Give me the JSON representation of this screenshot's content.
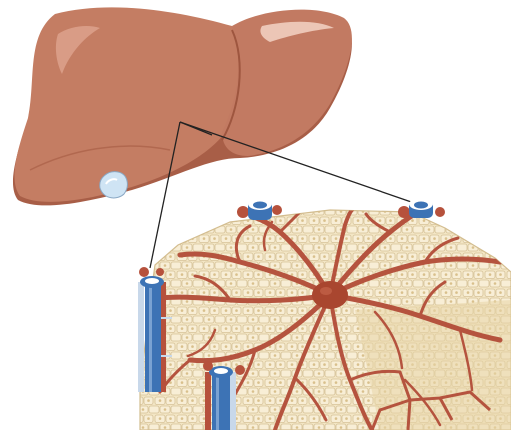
{
  "figure": {
    "subject": "liver",
    "parts": [
      "liver",
      "gallbladder",
      "hepatic-lobule",
      "central-vein",
      "portal-triad",
      "sinusoids",
      "hepatocytes"
    ],
    "colors": {
      "background": "#ffffff",
      "liver": "#c27a62",
      "liver_shadow": "#a45c46",
      "gallbladder": "#cfe3f2",
      "lobule_fill": "#efe0b9",
      "cell_fill": "#f6ebcf",
      "cell_edge": "#d7c399",
      "sinusoid": "#b5533e",
      "vein_blue": "#3d73b5",
      "vessel_red": "#b6513c",
      "zoom_lines": "#222222"
    }
  }
}
